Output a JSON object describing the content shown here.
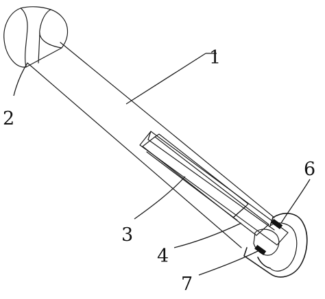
{
  "labels": {
    "part_1": "1",
    "part_2": "2",
    "part_3": "3",
    "part_4": "4",
    "part_6": "6",
    "part_7": "7"
  },
  "colors": {
    "line": "#1a1a1a",
    "background": "#ffffff"
  }
}
